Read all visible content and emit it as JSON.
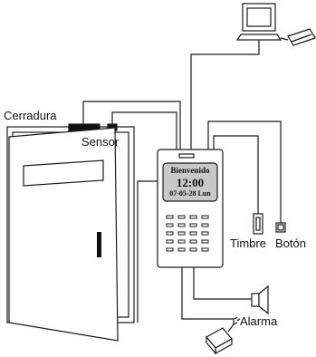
{
  "labels": {
    "lock": "Cerradura",
    "sensor": "Sensor",
    "bell": "Timbre",
    "button": "Botón",
    "alarm": "Alarma"
  },
  "lcd": {
    "greeting": "Bienvenido",
    "time": "12:00",
    "date": "07-05-28 Lun"
  },
  "colors": {
    "stroke": "#1a1a1a",
    "lcd_screen": "#c8c8c8",
    "lock_block": "#111111"
  },
  "icons": [
    "computer-icon",
    "speaker-icon",
    "power-adapter-icon",
    "bell-switch-icon",
    "push-button-icon",
    "keypad-icon"
  ]
}
